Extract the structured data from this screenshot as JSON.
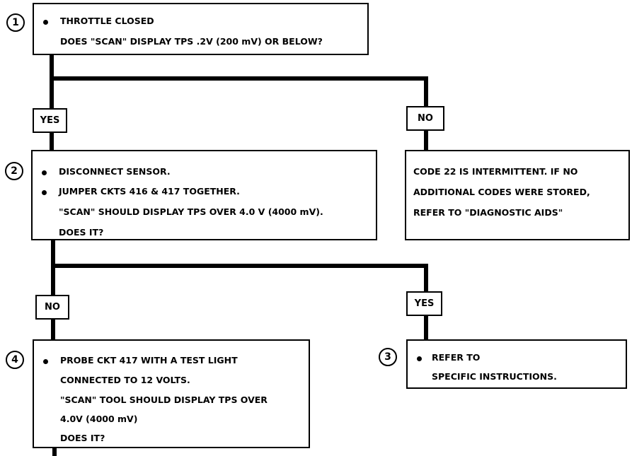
{
  "steps": [
    {
      "number": "1",
      "lines": [
        "THROTTLE CLOSED",
        "DOES \"SCAN\" DISPLAY TPS .2V (200 mV) OR BELOW?"
      ]
    },
    {
      "number": "2",
      "lines": [
        "DISCONNECT SENSOR.",
        "JUMPER CKTS 416 & 417 TOGETHER.",
        "\"SCAN\" SHOULD DISPLAY TPS OVER  4.0 V (4000 mV).",
        "DOES IT?"
      ]
    },
    {
      "number": "3",
      "lines": [
        "REFER TO",
        "SPECIFIC INSTRUCTIONS."
      ]
    },
    {
      "number": "4",
      "lines": [
        "PROBE CKT 417 WITH A TEST LIGHT",
        "CONNECTED TO 12 VOLTS.",
        "\"SCAN\" TOOL SHOULD DISPLAY TPS OVER",
        "4.0V (4000 mV)",
        "DOES IT?"
      ]
    }
  ],
  "intermittent_note": {
    "lines": [
      "CODE 22 IS INTERMITTENT.  IF NO",
      "ADDITIONAL CODES WERE STORED,",
      "REFER TO  \"DIAGNOSTIC AIDS\""
    ]
  },
  "branch_labels": {
    "step1_yes": "YES",
    "step1_no": "NO",
    "step2_no": "NO",
    "step2_yes": "YES"
  }
}
